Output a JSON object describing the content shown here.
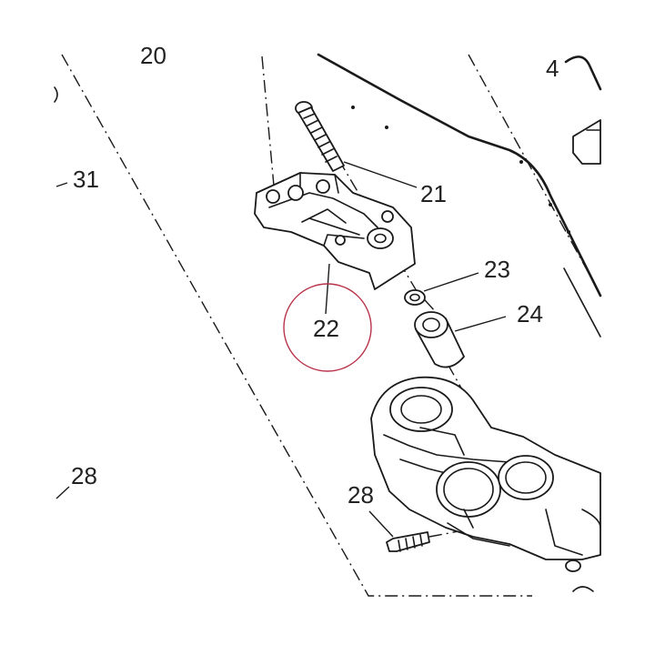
{
  "labels": {
    "l20": "20",
    "l4": "4",
    "l31": "31",
    "l21": "21",
    "l23": "23",
    "l24": "24",
    "l22": "22",
    "l28a": "28",
    "l28b": "28"
  },
  "colors": {
    "ink": "#1a1a1a",
    "highlight_circle": "#b8334a"
  }
}
